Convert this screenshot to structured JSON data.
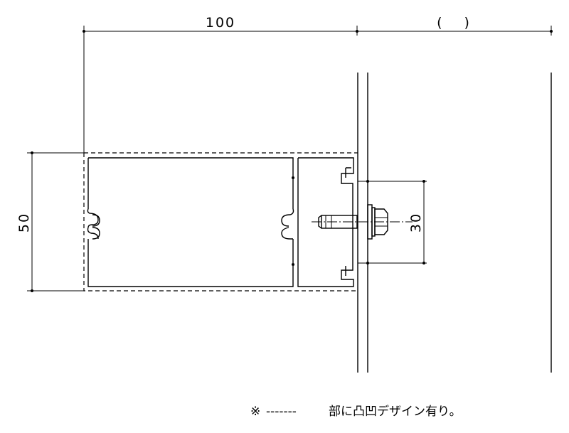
{
  "dimensions": {
    "width_label": "100",
    "right_label": "(　 )",
    "height_label": "50",
    "bolt_spacing_label": "30"
  },
  "note": {
    "symbol": "※",
    "dash_sample": "-------",
    "text": "部に凸凹デザイン有り。"
  }
}
